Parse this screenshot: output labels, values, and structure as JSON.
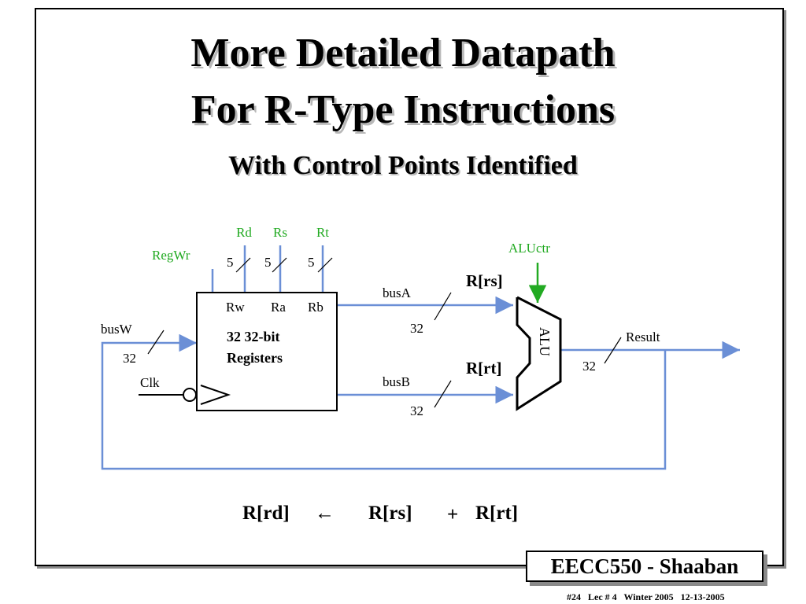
{
  "slide": {
    "title_line1": "More Detailed Datapath",
    "title_line2": "For R-Type Instructions",
    "subtitle": "With Control Points Identified"
  },
  "diagram": {
    "control": {
      "rd": "Rd",
      "rs": "Rs",
      "rt": "Rt",
      "regwr": "RegWr",
      "aluctr": "ALUctr"
    },
    "widths": {
      "rd": "5",
      "rs": "5",
      "rt": "5",
      "busA": "32",
      "busB": "32",
      "busW": "32",
      "result": "32"
    },
    "register_file": {
      "port_rw": "Rw",
      "port_ra": "Ra",
      "port_rb": "Rb",
      "label_line1": "32 32-bit",
      "label_line2": "Registers"
    },
    "buses": {
      "busA": "busA",
      "busB": "busB",
      "busW": "busW",
      "clk": "Clk",
      "result": "Result"
    },
    "alu": {
      "label": "ALU",
      "input_a": "R[rs]",
      "input_b": "R[rt]"
    },
    "colors": {
      "wire": "#6b8fd6",
      "control": "#22aa22"
    }
  },
  "equation": {
    "dest": "R[rd]",
    "arrow": "←",
    "src1": "R[rs]",
    "op": "+",
    "src2": "R[rt]"
  },
  "badge": "EECC550 - Shaaban",
  "footer": "#24   Lec # 4   Winter 2005   12-13-2005"
}
